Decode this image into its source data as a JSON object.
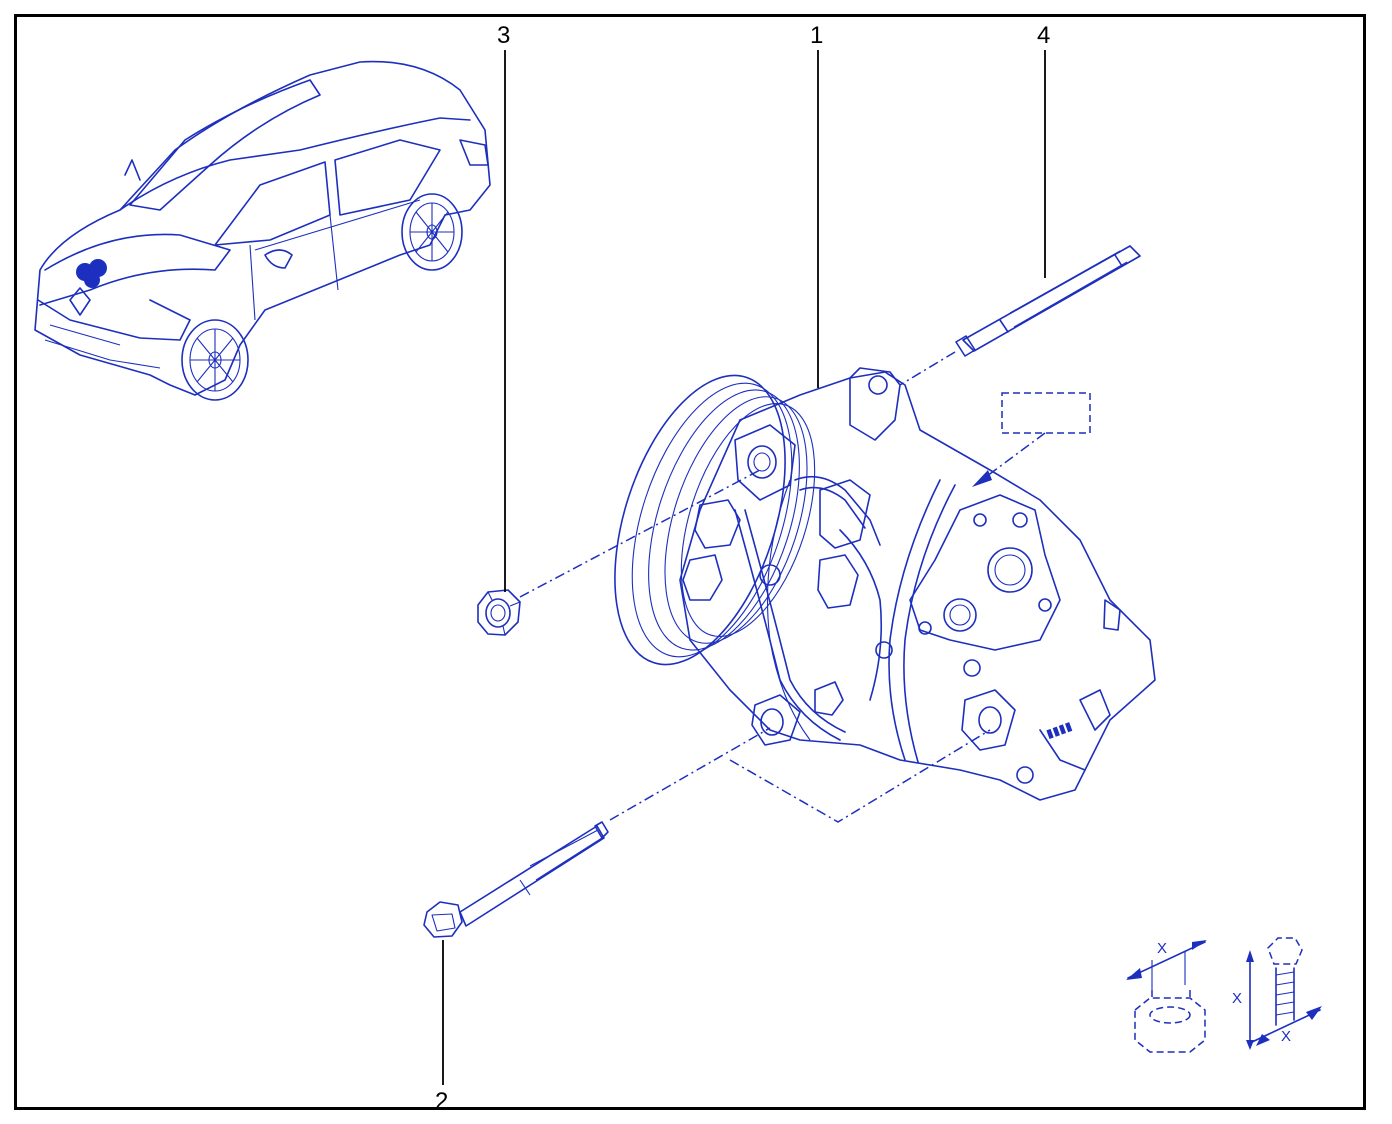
{
  "callouts": {
    "c1": "1",
    "c2": "2",
    "c3": "3",
    "c4": "4"
  },
  "legend": {
    "nut_dim": "X",
    "bolt_dim_length": "X",
    "bolt_dim_thread": "X"
  },
  "colors": {
    "line_art": "#1d2fbe",
    "frame": "#000000"
  }
}
